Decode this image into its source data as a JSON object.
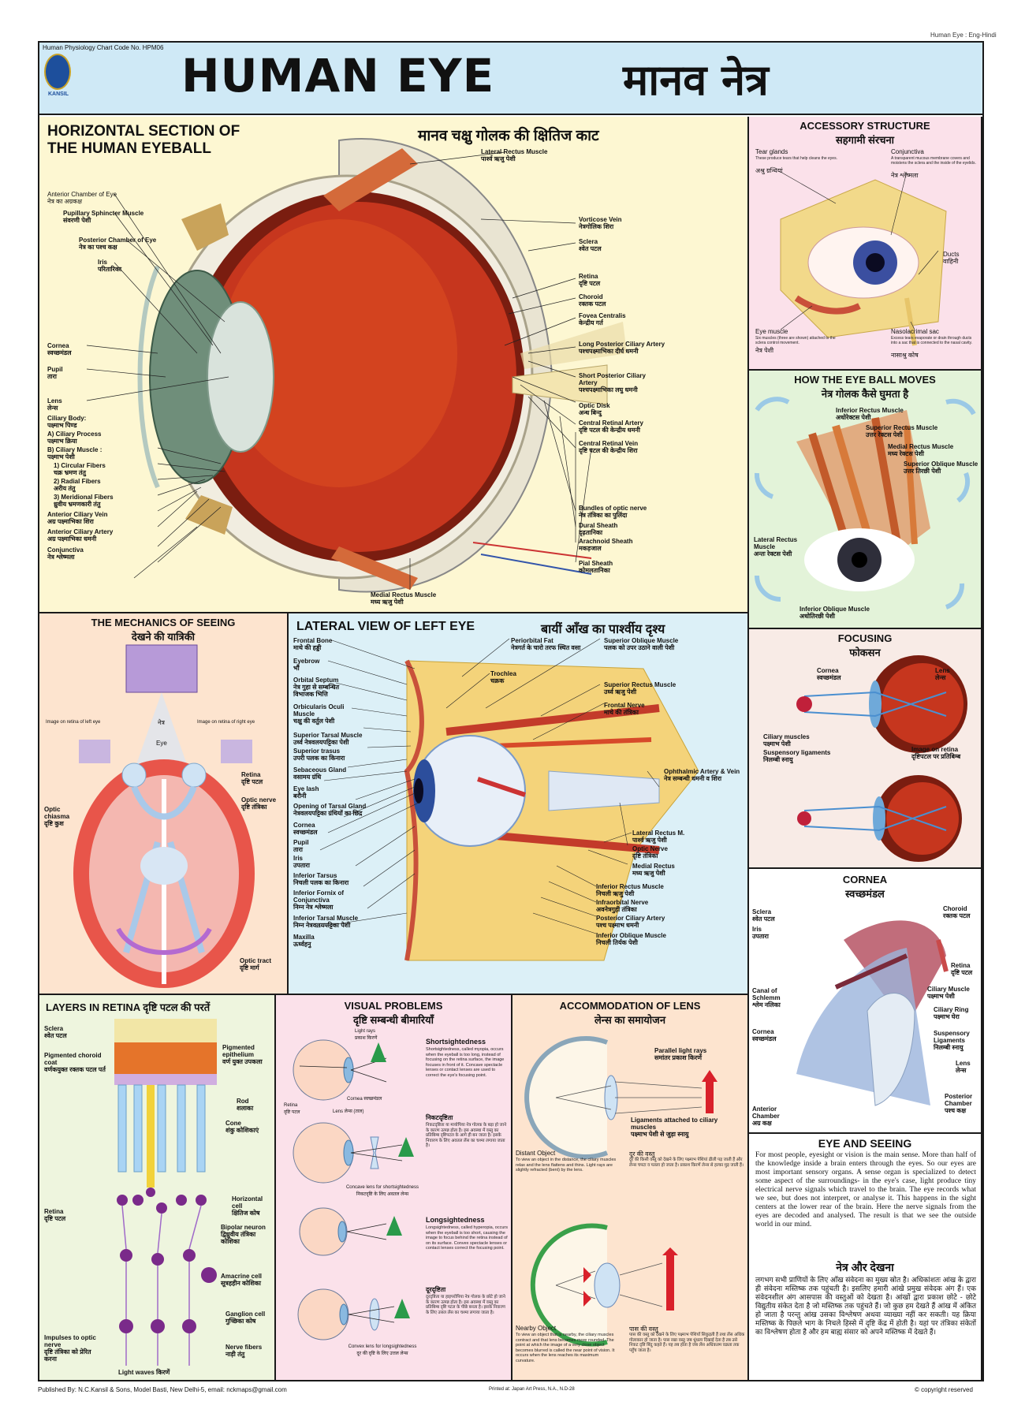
{
  "top_note": "Human Eye : Eng-Hindi",
  "header": {
    "chart_code": "Human Physiology Chart Code No. HPM06",
    "logo_text": "KANSIL",
    "title_en": "HUMAN EYE",
    "title_hi": "मानव नेत्र"
  },
  "horizontal": {
    "title_en_1": "HORIZONTAL SECTION OF",
    "title_en_2": "THE HUMAN EYEBALL",
    "title_hi": "मानव चक्षु गोलक की क्षितिज काट",
    "left_labels": [
      {
        "en": "Anterior Chamber of Eye",
        "hi": "नेत्र का अग्रकक्ष"
      },
      {
        "en": "Pupillary Sphincter Muscle",
        "hi": "संवरणी पेशी"
      },
      {
        "en": "Posterior Chamber of Eye",
        "hi": "नेत्र का पश्च कक्ष"
      },
      {
        "en": "Iris",
        "hi": "परितारिका"
      },
      {
        "en": "Cornea",
        "hi": "स्वच्छमंडल"
      },
      {
        "en": "Pupil",
        "hi": "तारा"
      },
      {
        "en": "Lens",
        "hi": "लेन्स"
      },
      {
        "en": "Ciliary Body:",
        "hi": "पक्ष्माभ पिण्ड"
      },
      {
        "en": "A) Ciliary Process",
        "hi": "पक्ष्माभ क्रिया"
      },
      {
        "en": "B) Ciliary Muscle :",
        "hi": "पक्ष्माभ पेशी"
      },
      {
        "en": "1) Circular Fibers",
        "hi": "चक्र भ्रमण तंतु"
      },
      {
        "en": "2) Radial Fibers",
        "hi": "अरीय तंतु"
      },
      {
        "en": "3) Meridional Fibers",
        "hi": "ध्रुवीय भ्रमणकारी तंतु"
      },
      {
        "en": "Anterior Ciliary Vein",
        "hi": "अग्र पक्ष्माभिका शिरा"
      },
      {
        "en": "Anterior Ciliary Artery",
        "hi": "अग्र पक्ष्माभिका धमनी"
      },
      {
        "en": "Conjunctiva",
        "hi": "नेत्र श्लेष्मला"
      }
    ],
    "top_label": {
      "en": "Lateral Rectus Muscle",
      "hi": "पार्श्व ऋजु पेशी"
    },
    "right_labels": [
      {
        "en": "Vorticose Vein",
        "hi": "नेत्रगोलिक शिरा"
      },
      {
        "en": "Sclera",
        "hi": "श्वेत पटल"
      },
      {
        "en": "Retina",
        "hi": "दृष्टि पटल"
      },
      {
        "en": "Choroid",
        "hi": "रक्तक पटल"
      },
      {
        "en": "Fovea Centralis",
        "hi": "केन्द्रीय गर्त"
      },
      {
        "en": "Long Posterior Ciliary Artery",
        "hi": "पश्चपक्ष्माभिका दीर्घ धमनी"
      },
      {
        "en": "Short Posterior Ciliary Artery",
        "hi": "पश्चपक्ष्माभिका लघु धमनी"
      },
      {
        "en": "Optic Disk",
        "hi": "अन्ध बिन्दु"
      },
      {
        "en": "Central Retinal Artery",
        "hi": "दृष्टि पटल की केन्द्रीय धमनी"
      },
      {
        "en": "Central Retinal Vein",
        "hi": "दृष्टि पटल की केन्द्रीय शिरा"
      },
      {
        "en": "Bundles of optic nerve",
        "hi": "नेत्र तंत्रिका का पुलिंदा"
      },
      {
        "en": "Dural Sheath",
        "hi": "दृढ़तानिका"
      },
      {
        "en": "Arachnoid Sheath",
        "hi": "मकड़जाल"
      },
      {
        "en": "Pial Sheath",
        "hi": "कोमलतानिका"
      }
    ],
    "bottom_label": {
      "en": "Medial Rectus Muscle",
      "hi": "मध्य ऋजु पेशी"
    }
  },
  "accessory": {
    "title_en": "ACCESSORY STRUCTURE",
    "title_hi": "सहगामी संरचना",
    "tear": {
      "en": "Tear glands",
      "desc": "These produce tears that help cleans the eyes.",
      "hi": "अश्रु ग्रन्थियां"
    },
    "conj": {
      "en": "Conjunctiva",
      "desc": "A transparent mucous membrane covers and moistens the sclera and the inside of the eyelids.",
      "hi": "नेत्र श्लेष्मला"
    },
    "ducts": {
      "en": "Ducts",
      "hi": "वाहिनी"
    },
    "muscle": {
      "en": "Eye muscle",
      "desc": "Six muscles (three are shown) attached to the sclera control movement.",
      "hi": "नेत्र पेशी"
    },
    "naso": {
      "en": "Nasolacrimal sac",
      "desc": "Excess tears evaporate or drain through ducts into a sac that is connected to the nasal cavity.",
      "hi": "नासाश्रु कोष"
    }
  },
  "moves": {
    "title_en": "HOW THE EYE BALL MOVES",
    "title_hi": "नेत्र गोलक कैसे घुमता है",
    "labels": [
      {
        "en": "Inferior Rectus Muscle",
        "hi": "अधोरेक्टस पेशी"
      },
      {
        "en": "Superior Rectus Muscle",
        "hi": "उत्तर रेक्टस पेशी"
      },
      {
        "en": "Medial Rectus Muscle",
        "hi": "मध्य रेक्टस पेशी"
      },
      {
        "en": "Superior Oblique Muscle",
        "hi": "उत्तर तिरछी पेशी"
      },
      {
        "en": "Lateral Rectus Muscle",
        "hi": "अन्तः रेक्टस पेशी"
      },
      {
        "en": "Inferior Oblique Muscle",
        "hi": "अधोतिरछी पेशी"
      }
    ]
  },
  "mechanics": {
    "title_en": "THE MECHANICS OF SEEING",
    "title_hi": "देखने की यात्रिकी",
    "left_img": "Image on retina of left eye",
    "right_img": "Image on retina of right eye",
    "eye": {
      "hi": "नेत्र",
      "en": "Eye"
    },
    "retina": {
      "en": "Retina",
      "hi": "दृष्टि पटल"
    },
    "optic_nerve": {
      "en": "Optic nerve",
      "hi": "दृष्टि तंत्रिका"
    },
    "chiasma": {
      "en": "Optic chiasma",
      "hi": "दृष्टि कुश"
    },
    "tract": {
      "en": "Optic tract",
      "hi": "दृष्टि मार्ग"
    }
  },
  "lateral": {
    "title_en": "LATERAL VIEW OF LEFT EYE",
    "title_hi": "बायीं आँख का पार्श्वीय दृश्य",
    "left_labels": [
      {
        "en": "Frontal Bone",
        "hi": "माथे की हड्डी"
      },
      {
        "en": "Eyebrow",
        "hi": "भौं"
      },
      {
        "en": "Orbital Septum",
        "hi": "नेत्र गुहा से सम्बन्धित विभाजक भित्ति"
      },
      {
        "en": "Orbicularis Oculi Muscle",
        "hi": "चक्षु की वर्तुल पेशी"
      },
      {
        "en": "Superior Tarsal Muscle",
        "hi": "उर्ध्व नेत्रवलयपट्टिका पेशी"
      },
      {
        "en": "Superior trasus",
        "hi": "उपरी पलक का किनारा"
      },
      {
        "en": "Sebaceous Gland",
        "hi": "वसामय ग्रंथि"
      },
      {
        "en": "Eye lash",
        "hi": "बरौनी"
      },
      {
        "en": "Opening of Tarsal Gland",
        "hi": "नेत्रवलयपट्टिका ग्रंथियों का छिद्र"
      },
      {
        "en": "Cornea",
        "hi": "स्वच्छमंडल"
      },
      {
        "en": "Pupil",
        "hi": "तारा"
      },
      {
        "en": "Iris",
        "hi": "उपतारा"
      },
      {
        "en": "Inferior Tarsus",
        "hi": "निचली पलक का किनारा"
      },
      {
        "en": "Inferior Fornix of Conjunctiva",
        "hi": "निम्न नेत्र श्लेष्मला"
      },
      {
        "en": "Inferior Tarsal Muscle",
        "hi": "निम्न नेत्रवलयपट्टिका पेशी"
      },
      {
        "en": "Maxilla",
        "hi": "ऊर्ध्वहनु"
      }
    ],
    "right_labels": [
      {
        "en": "Periorbital Fat",
        "hi": "नेत्रगर्त के चारो तरफ स्थित वसा"
      },
      {
        "en": "Trochlea",
        "hi": "चक्रक"
      },
      {
        "en": "Superior Oblique Muscle",
        "hi": "पलक को उपर उठाने वाली पेशी"
      },
      {
        "en": "Superior Rectus Muscle",
        "hi": "उर्ध्व ऋजु पेशी"
      },
      {
        "en": "Frontal Nerve",
        "hi": "माथे की तंत्रिका"
      },
      {
        "en": "Ophthalmic Artery & Vein",
        "hi": "नेत्र सम्बन्धी धमनी व शिरा"
      },
      {
        "en": "Lateral Rectus M.",
        "hi": "पार्श्व ऋजु पेशी"
      },
      {
        "en": "Optic Nerve",
        "hi": "दृष्टि तंत्रिका"
      },
      {
        "en": "Medial Rectus",
        "hi": "मध्य ऋजु पेशी"
      },
      {
        "en": "Inferior Rectus Muscle",
        "hi": "निचली ऋजु पेशी"
      },
      {
        "en": "Infraorbital Nerve",
        "hi": "अवनेत्रगुही तंत्रिका"
      },
      {
        "en": "Posterior Ciliary Artery",
        "hi": "पश्च पक्ष्माभ धमनी"
      },
      {
        "en": "Inferior Oblique Muscle",
        "hi": "निचली तिर्यक पेशी"
      }
    ]
  },
  "focusing": {
    "title_en": "FOCUSING",
    "title_hi": "फोकसन",
    "cornea": {
      "en": "Cornea",
      "hi": "स्वच्छमंडल"
    },
    "lens": {
      "en": "Lens",
      "hi": "लेन्स"
    },
    "ciliary": {
      "en": "Ciliary muscles",
      "hi": "पक्ष्माभ पेशी"
    },
    "susp": {
      "en": "Suspensory ligaments",
      "hi": "निलम्बी स्नायु"
    },
    "image": {
      "en": "Image on retina",
      "hi": "दृष्टिपटल पर प्रतिबिम्ब"
    }
  },
  "cornea": {
    "title_en": "CORNEA",
    "title_hi": "स्वच्छमंडल",
    "left_labels": [
      {
        "en": "Sclera",
        "hi": "श्वेत पटल"
      },
      {
        "en": "Iris",
        "hi": "उपतारा"
      },
      {
        "en": "Canal of Schlemm",
        "hi": "श्लेम नलिका"
      },
      {
        "en": "Cornea",
        "hi": "स्वच्छमंडल"
      },
      {
        "en": "Anterior Chamber",
        "hi": "अग्र कक्ष"
      }
    ],
    "right_labels": [
      {
        "en": "Choroid",
        "hi": "रक्तक पटल"
      },
      {
        "en": "Retina",
        "hi": "दृष्टि पटल"
      },
      {
        "en": "Ciliary Muscle",
        "hi": "पक्ष्माभ पेशी"
      },
      {
        "en": "Ciliary Ring",
        "hi": "पक्ष्माभ घेरा"
      },
      {
        "en": "Suspensory Ligaments",
        "hi": "निलम्बी स्नायु"
      },
      {
        "en": "Lens",
        "hi": "लेन्स"
      },
      {
        "en": "Posterior Chamber",
        "hi": "पश्च कक्ष"
      }
    ]
  },
  "layers": {
    "title_en": "LAYERS IN RETINA",
    "title_hi": "दृष्टि पटल की परतें",
    "left_labels": [
      {
        "en": "Sclera",
        "hi": "श्वेत पटल"
      },
      {
        "en": "Pigmented choroid coat",
        "hi": "वर्णकयुक्त रक्तक पटल पर्त"
      },
      {
        "en": "Retina",
        "hi": "दृष्टि पटल"
      },
      {
        "en": "Impulses to optic nerve",
        "hi": "दृष्टि तंत्रिका को प्रेरित करना"
      }
    ],
    "right_labels": [
      {
        "en": "Pigmented epithelium",
        "hi": "वर्ण युक्त उपकला"
      },
      {
        "en": "Rod",
        "hi": "शलाका"
      },
      {
        "en": "Cone",
        "hi": "शंकु कोशिकाएं"
      },
      {
        "en": "Horizontal cell",
        "hi": "क्षितिज कोष"
      },
      {
        "en": "Bipolar neuron",
        "hi": "द्विध्रुवीय तंत्रिका कोशिका"
      },
      {
        "en": "Amacrine cell",
        "hi": "सूत्रहहीन कोशिका"
      },
      {
        "en": "Ganglion cell",
        "hi": "गुच्छिका कोष"
      },
      {
        "en": "Nerve fibers",
        "hi": "नाड़ी तंतु"
      }
    ],
    "light": {
      "en": "Light waves",
      "hi": "किरणें"
    }
  },
  "visual": {
    "title_en": "VISUAL PROBLEMS",
    "title_hi": "दृष्टि सम्बन्धी बीमारियाँ",
    "light_rays": {
      "en": "Light rays",
      "hi": "प्रकाश किरणें"
    },
    "cornea": {
      "en": "Cornea",
      "hi": "स्वच्छमंडल"
    },
    "retina": {
      "en": "Retina",
      "hi": "दृष्टि पटल"
    },
    "lens": {
      "en": "Lens",
      "hi": "लेन्स (ताल)"
    },
    "concave": {
      "en": "Concave lens for shortsightedness",
      "hi": "निकटदृष्टि के लिए अवतल लेन्स"
    },
    "convex": {
      "en": "Convex lens for longsightedness",
      "hi": "दूर की दृष्टि के लिए उत्तल लेन्स"
    },
    "short_title": "Shortsightedness",
    "short_text": "Shortsightedness, called myopia, occurs when the eyeball is too long, instead of focusing on the retina surface, the image focuses in front of it. Concave spectacle lenses or contact lenses are used to correct the eye's focusing point.",
    "short_hi_title": "निकटदृष्टिता",
    "short_hi_text": "निकटदृष्टिता या मायोपिया नेत्र गोलक के बड़ा हो जाने के कारण उत्पन्न होता है। इस अवस्था में वस्तु का प्रतिबिम्ब दृष्टिपटल के आगे ही बन जाता है। इसके निवारण के लिए अवतल लेंस का चश्मा लगाया जाता है।",
    "long_title": "Longsightedness",
    "long_text": "Longsightedness, called hyperopia, occurs when the eyeball is too short, causing the image to focus behind the retina instead of on its surface. Convex spectacle lenses or contact lenses correct the focusing point.",
    "long_hi_title": "दूरदृष्टिता",
    "long_hi_text": "दूरदृष्टिता या हाइपरोपिया नेत्र गोलक के छोटे हो जाने के कारण उत्पन्न होता है। इस अवस्था में वस्तु का प्रतिबिम्ब दृष्टि पटल के पीछे बनता है। इसके निवारण के लिए उत्तल लेंस का चश्मा लगाया जाता है।"
  },
  "accommodation": {
    "title_en": "ACCOMMODATION OF LENS",
    "title_hi": "लेन्स का समायोजन",
    "parallel": {
      "en": "Parallel light rays",
      "hi": "समांतर प्रकाश किरणें"
    },
    "ligaments": {
      "en": "Ligaments attached to ciliary muscles",
      "hi": "पक्ष्माभ पेशी से जुड़ा स्नायु"
    },
    "distant_title": "Distant Object",
    "distant_text": "To view an object in the distance, the ciliary muscles relax and the lens flattens and thins. Light rays are slightly refracted (bent) by the lens.",
    "distant_hi_title": "दूर की वस्तु",
    "distant_hi_text": "दूर की किसी वस्तु को देखने के लिए पक्ष्माभ पेशियां ढीली पड़ जाती हैं और लेन्स चपटा व पतला हो जाता है। प्रकाश किरणें लेन्स से हल्का मुड़ जाती हैं।",
    "near_title": "Nearby Object",
    "near_text": "To view an object that is nearby, the ciliary muscles contract and that lens becomes more rounded. The point at which the image of a very close object becomes blurred is called the near point of vision. It occurs when the lens reaches its maximum curvature.",
    "near_hi_title": "पास की वस्तु",
    "near_hi_text": "पास की वस्तु को देखने के लिए पक्ष्माभ पेशियाँ सिकुड़ती हैं तथा लेंस अधिक गोलाकार हो जाता है। पास रखा वस्तु जब धुंधला दिखाई देता है तब उसे निकट दृष्टि बिंदु कहते हैं। यह तब होता है जब लेंस अधिकतम वक्रता तक पहुँच जाता है।"
  },
  "seeing": {
    "title_en": "EYE AND SEEING",
    "text_en": "For most people, eyesight or vision is the main sense. More than half of the knowledge inside a brain enters through the eyes. So our eyes are most important sensory organs. A sense organ is specialized to detect some aspect of the surroundings- in the eye's case, light produce tiny electrical nerve signals which travel to the brain. The eye records what we see, but does not interpret, or analyse it. This happens in the sight centers at the lower rear of the brain. Here the nerve signals from the eyes are decoded and analysed. The result is that we see the outside world in our mind.",
    "title_hi": "नेत्र और देखना",
    "text_hi": "लगभग सभी प्राणियों के लिए आँख संवेदना का मुख्य स्रोत है। अधिकांशतः आंख के द्वारा ही संवेदना मस्तिष्क तक पहुंचती है। इसलिए हमारी आंखे प्रमुख संवेदक अंग हैं। एक संवेदनशील अंग आसपास की वस्तुओं को देखता है। आंखों द्वारा प्रकाश छोटे - छोटे विद्युतीय संकेत देता है जो मस्तिष्क तक पहुंचते हैं। जो कुछ हम देखते हैं आंख में अंकित हो जाता है परन्तु आंख उसका विश्लेषण अथवा व्याख्या नहीं कर सकती। यह क्रिया मस्तिष्क के पिछले भाग के निचले हिस्से में दृष्टि केंद्र में होती है। यहां पर तंत्रिका संकेतों का विश्लेषण होता है और हम बाह्य संसार को अपने मस्तिष्क में देखते हैं।"
  },
  "footer": {
    "published": "Published By: N.C.Kansil & Sons, Model Basti, New Delhi-5, email: nckmaps@gmail.com",
    "printed": "Printed at: Japan Art Press, N.A., N.D-28",
    "copyright": "© copyright reserved"
  }
}
